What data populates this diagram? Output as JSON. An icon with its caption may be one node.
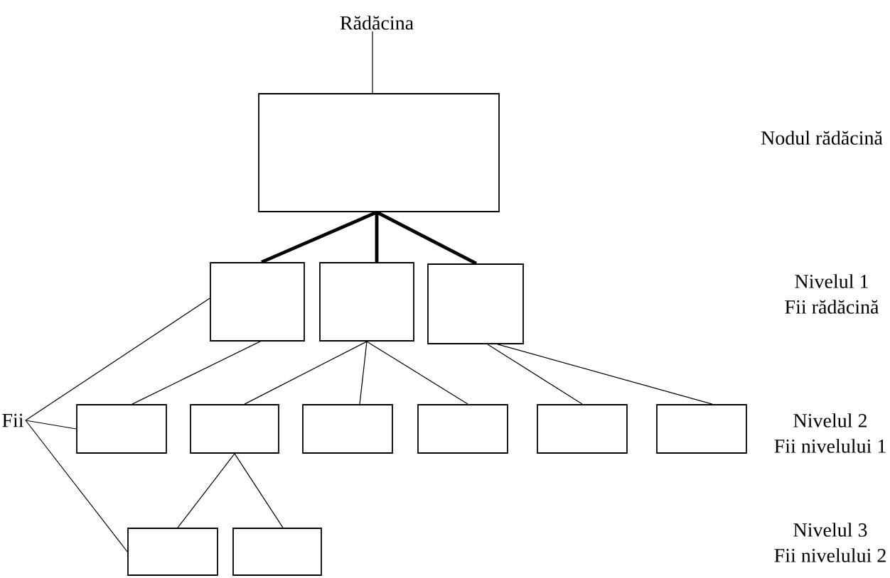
{
  "diagram": {
    "nodes": [
      {
        "text": [
          "Rădăcina"
        ]
      },
      {
        "text": [],
        "shape": "box"
      },
      {
        "text": [],
        "shape": "box"
      },
      {
        "text": [],
        "shape": "box"
      },
      {
        "text": [],
        "shape": "box"
      },
      {
        "text": [
          "Fii"
        ]
      },
      {
        "text": [],
        "shape": "box"
      },
      {
        "text": [],
        "shape": "box"
      },
      {
        "text": [],
        "shape": "box"
      },
      {
        "text": [],
        "shape": "box"
      },
      {
        "text": [],
        "shape": "box"
      },
      {
        "text": [],
        "shape": "box"
      },
      {
        "text": [],
        "shape": "box"
      },
      {
        "text": [],
        "shape": "box"
      }
    ],
    "edges": [
      {
        "from": 0,
        "to": 1,
        "arrow": "none"
      },
      {
        "from": 1,
        "to": 2,
        "arrow": "none",
        "style": "thick"
      },
      {
        "from": 1,
        "to": 3,
        "arrow": "none",
        "style": "thick"
      },
      {
        "from": 1,
        "to": 4,
        "arrow": "none",
        "style": "thick"
      },
      {
        "from": 2,
        "to": 6,
        "arrow": "none"
      },
      {
        "from": 3,
        "to": 7,
        "arrow": "none"
      },
      {
        "from": 3,
        "to": 8,
        "arrow": "none"
      },
      {
        "from": 3,
        "to": 9,
        "arrow": "none"
      },
      {
        "from": 4,
        "to": 10,
        "arrow": "none"
      },
      {
        "from": 4,
        "to": 11,
        "arrow": "none"
      },
      {
        "from": 7,
        "to": 12,
        "arrow": "none"
      },
      {
        "from": 7,
        "to": 13,
        "arrow": "none"
      },
      {
        "from": 5,
        "to": 2,
        "arrow": "none"
      },
      {
        "from": 5,
        "to": 6,
        "arrow": "none"
      },
      {
        "from": 5,
        "to": 12,
        "arrow": "none"
      }
    ],
    "labels": [
      "Nodul rădăcină",
      "Nivelul 1",
      "Fii rădăcină",
      "Nivelul 2",
      "Fii nivelului 1",
      "Nivelul 3",
      "Fii nivelului 2"
    ]
  }
}
